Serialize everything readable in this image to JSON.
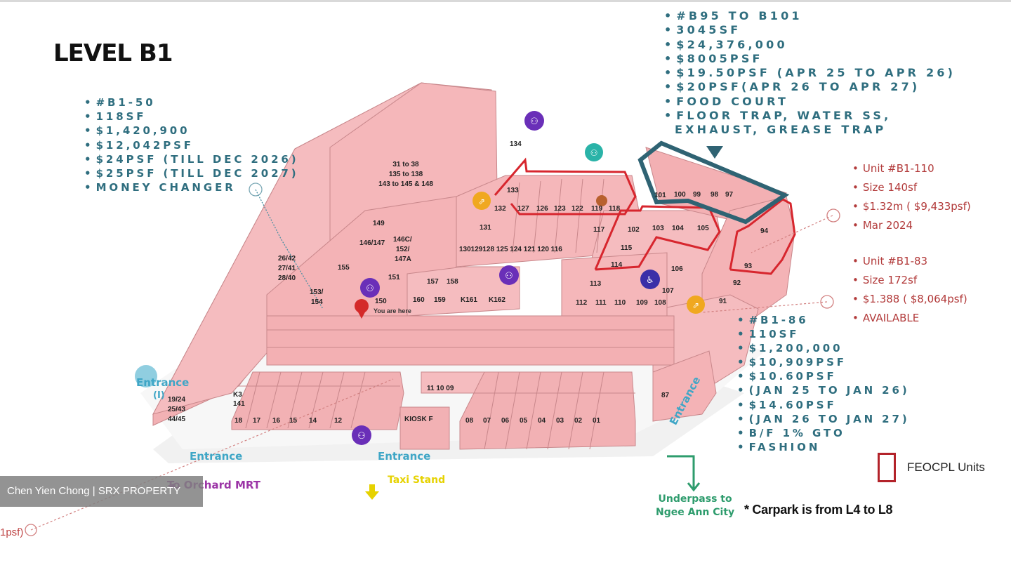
{
  "level_title": "LEVEL B1",
  "callouts": {
    "b1_50": [
      "#B1-50",
      "118SF",
      "$1,420,900",
      "$12,042PSF",
      "$24PSF (TILL DEC 2026)",
      "$25PSF (TILL DEC 2027)",
      "MONEY CHANGER"
    ],
    "b95_b101": [
      "#B95 TO B101",
      "3045SF",
      "$24,376,000",
      "$8005PSF",
      "$19.50PSF (APR 25 TO APR 26)",
      "$20PSF(APR 26 TO APR 27)",
      "FOOD COURT",
      "FLOOR TRAP, WATER SS,",
      "EXHAUST, GREASE TRAP"
    ],
    "b86": [
      "#B1-86",
      "110SF",
      "$1,200,000",
      "$10,909PSF",
      "$10.60PSF",
      "(JAN 25 TO JAN 26)",
      "$14.60PSF",
      "(JAN 26 TO JAN 27)",
      "B/F 1% GTO",
      "FASHION"
    ],
    "b1_110": [
      "Unit #B1-110",
      "Size 140sf",
      "$1.32m ( $9,433psf)",
      "Mar 2024"
    ],
    "b1_83": [
      "Unit #B1-83",
      "Size 172sf",
      "$1.388 ( $8,064psf)",
      "AVAILABLE"
    ]
  },
  "legend": {
    "label": "FEOCPL Units",
    "color": "#b3232a"
  },
  "carpark_note": "* Carpark is from L4 to L8",
  "watermark": "Chen Yien Chong | SRX PROPERTY",
  "corner_fragment": "1psf)",
  "map_labels": {
    "entrance_left": "Entrance",
    "entrance_left_num": "(I)",
    "entrance_bottom_left": "Entrance",
    "entrance_bottom_mid": "Entrance",
    "entrance_right": "Entrance",
    "orchard": "To Orchard MRT",
    "taxi": "Taxi Stand",
    "underpass_1": "Underpass to",
    "underpass_2": "Ngee Ann City",
    "you_are_here": "You are here"
  },
  "unit_labels": {
    "block_31_38": [
      "31 to 38",
      "135 to 138",
      "143 to 145 & 148"
    ],
    "u134": "134",
    "u133": "133",
    "u132": "132",
    "u127": "127",
    "u126": "126",
    "u123": "123",
    "u122": "122",
    "u119": "119",
    "u118": "118",
    "u131": "131",
    "u117": "117",
    "u102": "102",
    "u103": "103",
    "u104": "104",
    "u105": "105",
    "u101": "101",
    "u100": "100",
    "u99": "99",
    "u98": "98",
    "u97": "97",
    "u94": "94",
    "u93": "93",
    "u92": "92",
    "u91": "91",
    "u115": "115",
    "u114": "114",
    "u106": "106",
    "u107": "107",
    "u113": "113",
    "u112": "112",
    "u111": "111",
    "u110": "110",
    "u109": "109",
    "u108": "108",
    "row_130": "130129128  125 124 121  120  116",
    "u149": "149",
    "u146_147": "146/147",
    "u146c": [
      "146C/",
      "152/",
      "147A"
    ],
    "u155": "155",
    "u151": "151",
    "u157": "157",
    "u158": "158",
    "u160": "160",
    "u159": "159",
    "k161": "K161",
    "k162": "K162",
    "u26_42": [
      "26/42",
      "27/41",
      "28/40"
    ],
    "u153": [
      "153/",
      "154"
    ],
    "u150": "150",
    "u19_24": [
      "19/24",
      "25/43",
      "44/45"
    ],
    "k3": [
      "K3",
      "141"
    ],
    "row_18": [
      "18",
      "17",
      "16",
      "15",
      "14",
      "12"
    ],
    "kiosk_f": "KIOSK F",
    "row_11": "11  10  09",
    "row_08": [
      "08",
      "07",
      "06",
      "05",
      "04",
      "03",
      "02",
      "01"
    ],
    "u87": "87"
  }
}
